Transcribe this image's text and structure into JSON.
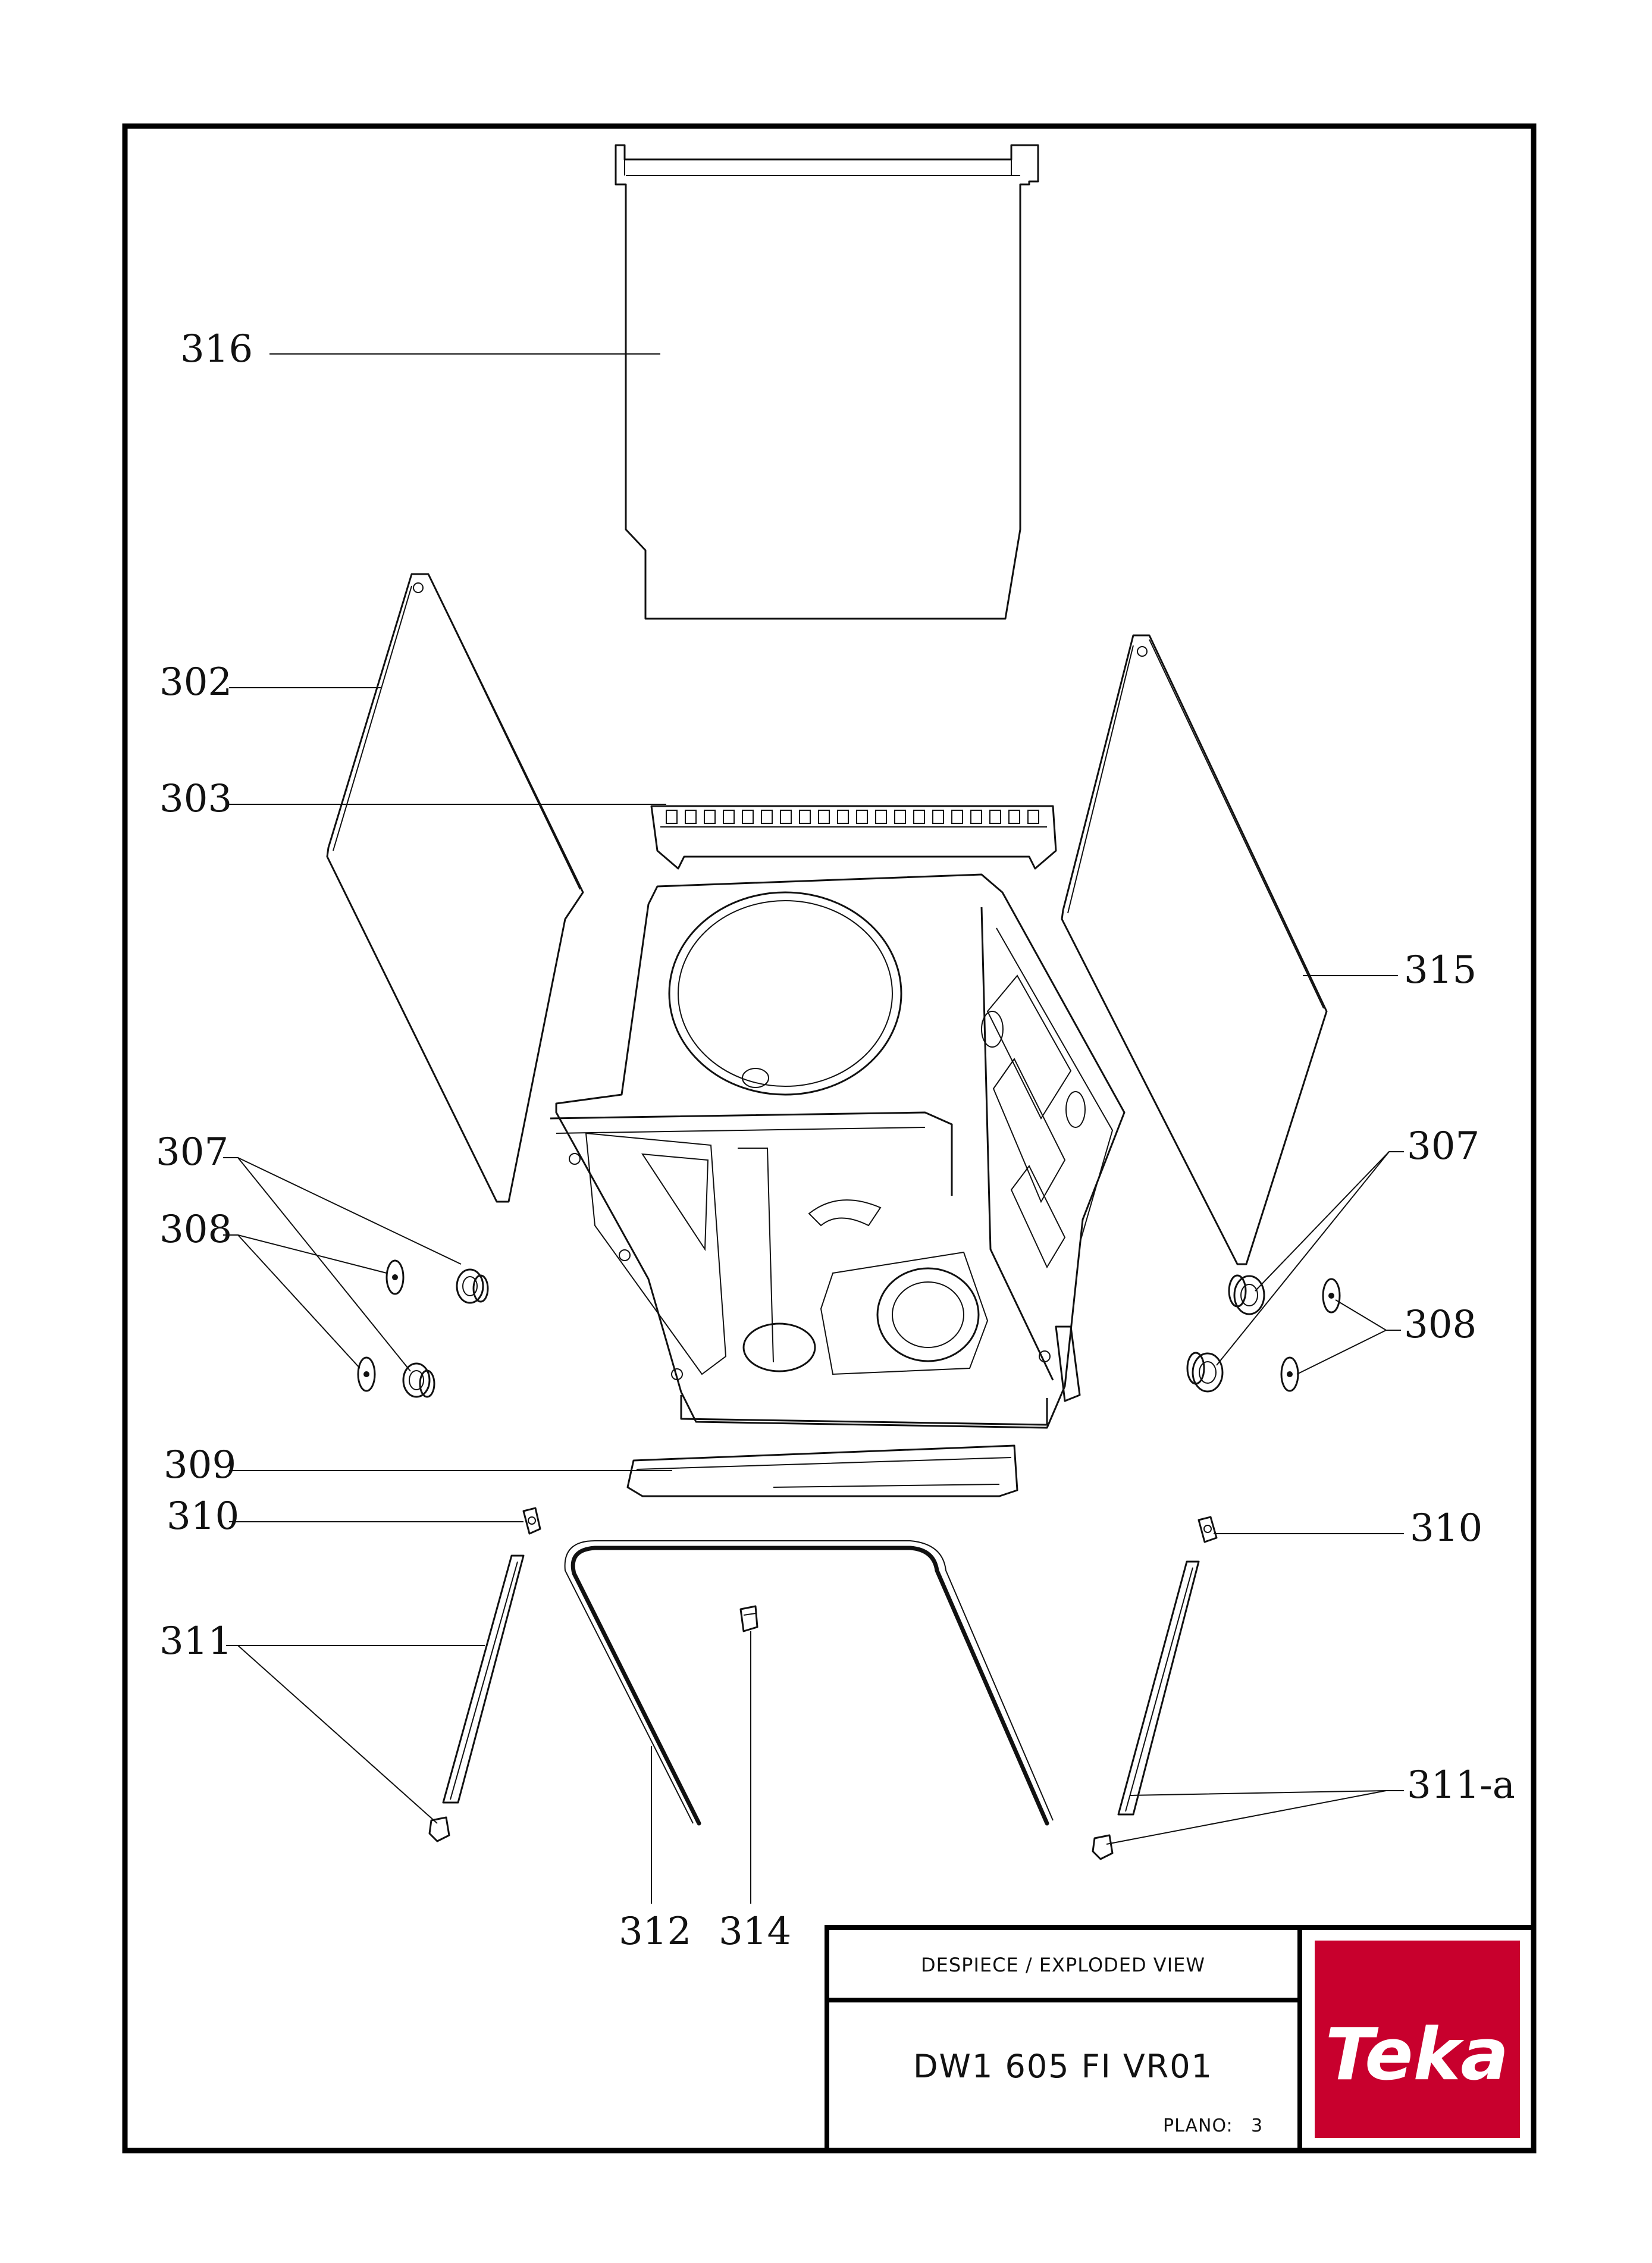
{
  "callouts": {
    "c316": "316",
    "c302": "302",
    "c303": "303",
    "c315": "315",
    "c307_left": "307",
    "c307_right": "307",
    "c308_left": "308",
    "c308_right": "308",
    "c309": "309",
    "c310_left": "310",
    "c310_right": "310",
    "c311": "311",
    "c311a": "311-a",
    "c312": "312",
    "c314": "314"
  },
  "title_block": {
    "view_label": "DESPIECE / EXPLODED VIEW",
    "model": "DW1 605 FI VR01",
    "plano_label": "PLANO:",
    "plano_number": "3"
  },
  "logo": {
    "text": "Teka",
    "background_color": "#c8002d",
    "text_color": "#ffffff"
  }
}
